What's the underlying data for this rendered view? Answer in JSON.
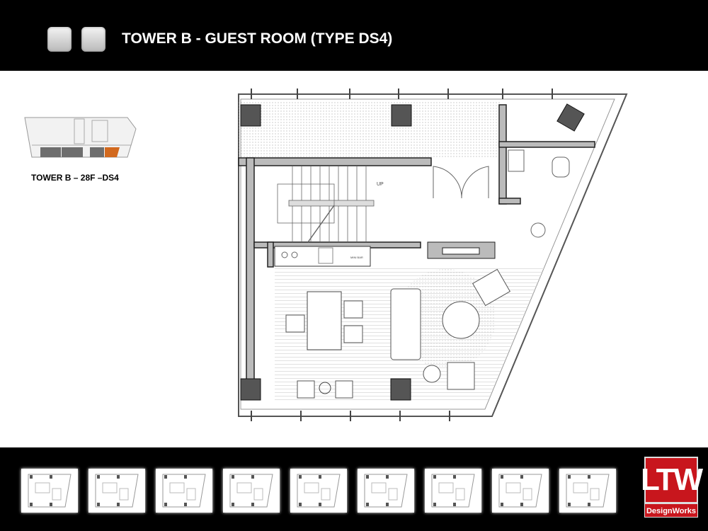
{
  "header": {
    "title": "TOWER  B - GUEST ROOM (TYPE DS4)"
  },
  "keyplan": {
    "label": "TOWER  B – 28F –DS4",
    "highlight_color": "#d2691e"
  },
  "plan": {
    "stair_label": "UP",
    "minibar_label": "MINI BAR"
  },
  "footer": {
    "thumbnail_count": 9,
    "logo_text": "LTW",
    "logo_sub": "DesignWorks",
    "brand_color": "#c8161d"
  }
}
